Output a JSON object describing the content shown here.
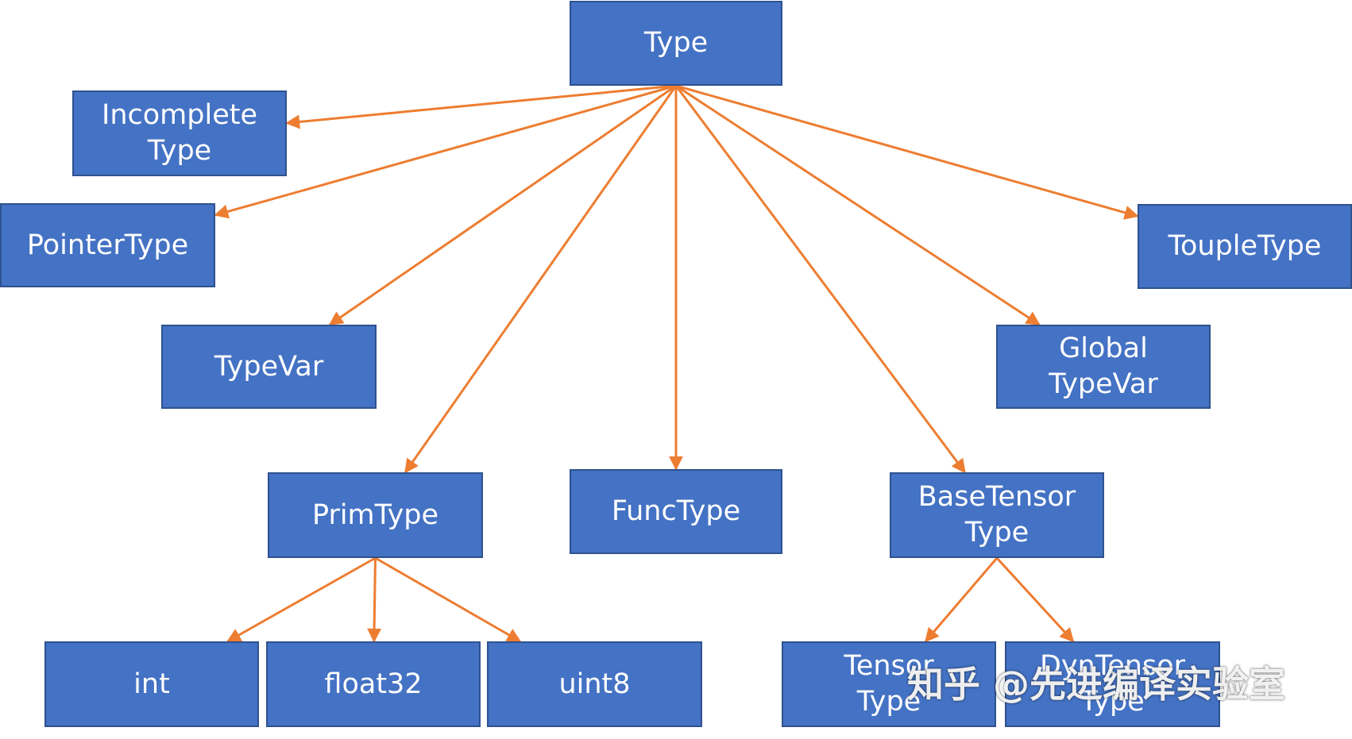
{
  "colors": {
    "node_fill": "#4472c4",
    "node_border": "#2f528f",
    "node_text": "#ffffff",
    "edge": "#ed7d31"
  },
  "nodes": {
    "type": "Type",
    "incomplete_type": "Incomplete\nType",
    "pointer_type": "PointerType",
    "type_var": "TypeVar",
    "prim_type": "PrimType",
    "func_type": "FuncType",
    "base_tensor_type": "BaseTensor\nType",
    "global_type_var": "Global\nTypeVar",
    "touple_type": "ToupleType",
    "int": "int",
    "float32": "float32",
    "uint8": "uint8",
    "tensor_type": "Tensor\nType",
    "dyn_tensor_type": "DynTensor\nType"
  },
  "edges": [
    [
      "type",
      "incomplete_type"
    ],
    [
      "type",
      "pointer_type"
    ],
    [
      "type",
      "type_var"
    ],
    [
      "type",
      "prim_type"
    ],
    [
      "type",
      "func_type"
    ],
    [
      "type",
      "base_tensor_type"
    ],
    [
      "type",
      "global_type_var"
    ],
    [
      "type",
      "touple_type"
    ],
    [
      "prim_type",
      "int"
    ],
    [
      "prim_type",
      "float32"
    ],
    [
      "prim_type",
      "uint8"
    ],
    [
      "base_tensor_type",
      "tensor_type"
    ],
    [
      "base_tensor_type",
      "dyn_tensor_type"
    ]
  ],
  "watermark": "知乎 @先进编译实验室"
}
